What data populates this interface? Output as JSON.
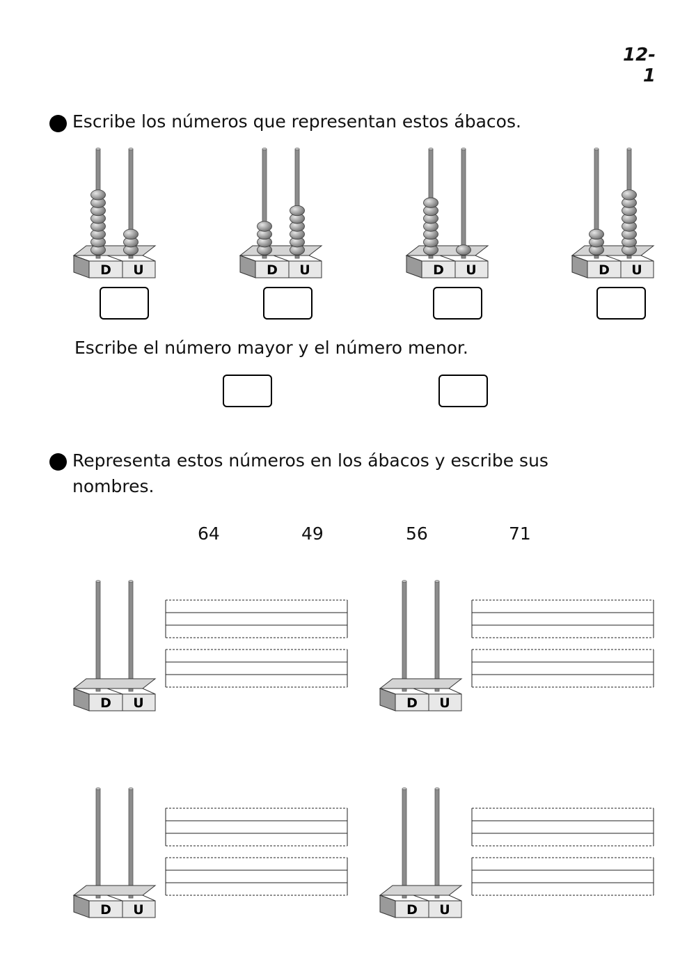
{
  "page_number": "12-1",
  "exercise1": {
    "instruction": "Escribe los números que representan estos ábacos.",
    "abaci": [
      {
        "tens": 8,
        "units": 3
      },
      {
        "tens": 4,
        "units": 6
      },
      {
        "tens": 7,
        "units": 1
      },
      {
        "tens": 3,
        "units": 8
      }
    ],
    "rod_labels": {
      "tens": "D",
      "units": "U"
    },
    "sub_instruction": "Escribe el número mayor y el número menor."
  },
  "exercise2": {
    "instruction_line1": "Representa estos números en los ábacos y escribe sus",
    "instruction_line2": "nombres.",
    "numbers": [
      "64",
      "49",
      "56",
      "71"
    ]
  }
}
